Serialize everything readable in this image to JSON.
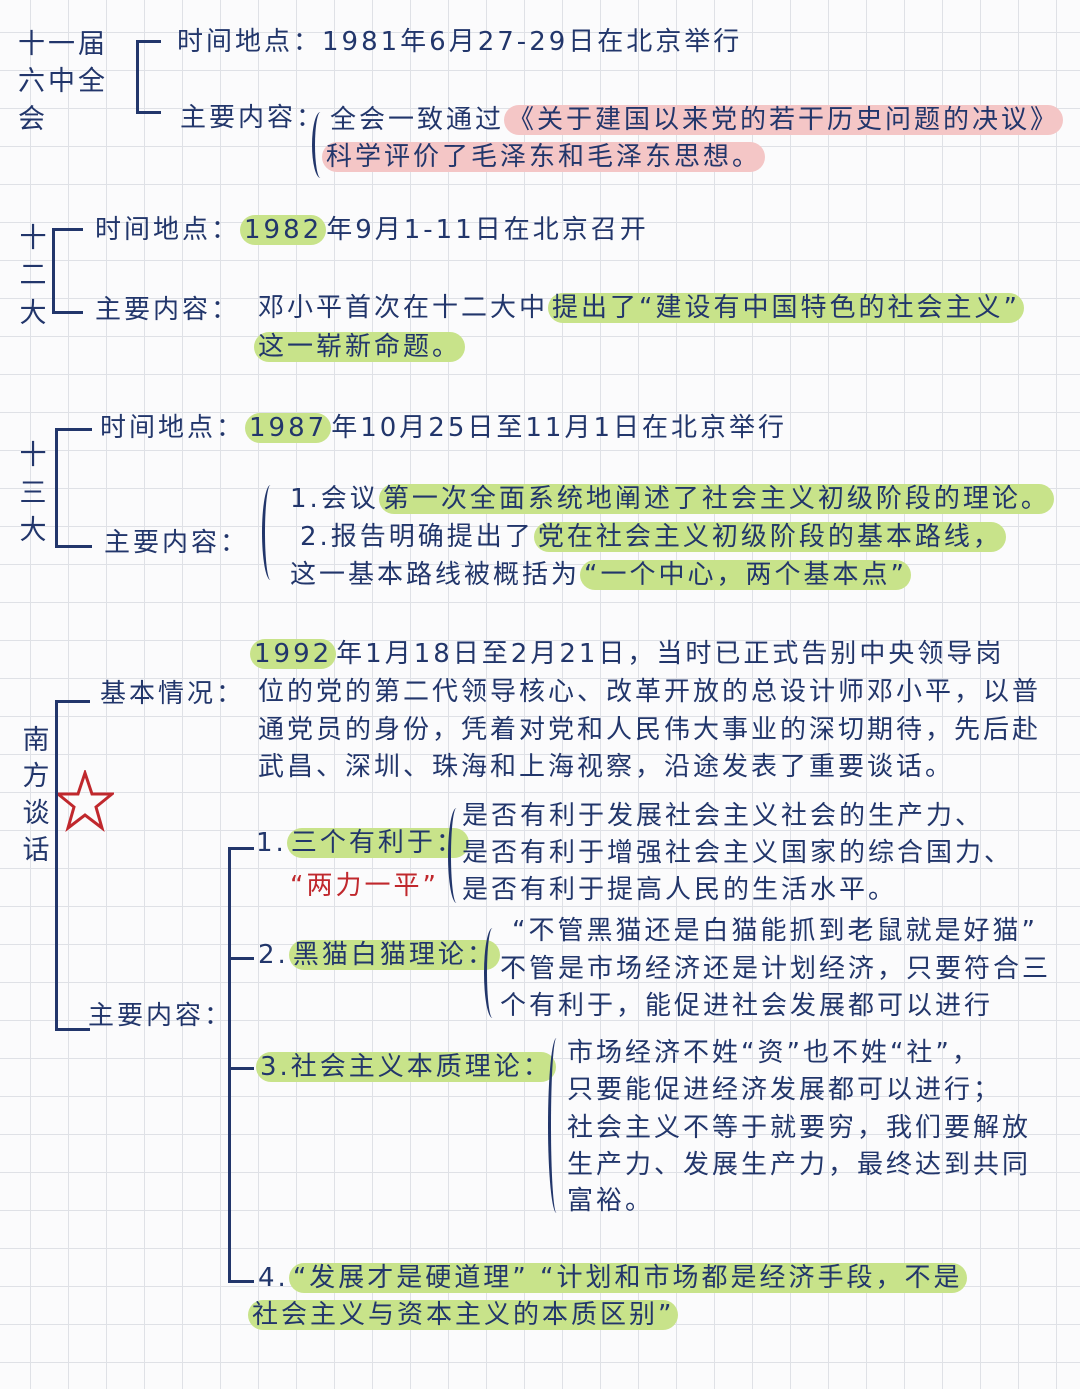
{
  "s1": {
    "title": [
      "十一届",
      "六中全",
      "会"
    ],
    "time_label": "时间地点：",
    "time": "1981年6月27-29日在北京举行",
    "content_label": "主要内容：",
    "l1a": "全会一致通过",
    "l1b": "《关于建国以来党的若干历史问题的决议》",
    "l2": "科学评价了毛泽东和毛泽东思想。"
  },
  "s2": {
    "title": [
      "十",
      "二",
      "大"
    ],
    "time_label": "时间地点：",
    "year": "1982",
    "time": "年9月1-11日在北京召开",
    "content_label": "主要内容：",
    "l1a": "邓小平首次在十二大中",
    "l1b": "提出了“建设有中国特色的社会主义”",
    "l2": "这一崭新命题。"
  },
  "s3": {
    "title": [
      "十",
      "三",
      "大"
    ],
    "time_label": "时间地点：",
    "year": "1987",
    "time": "年10月25日至11月1日在北京举行",
    "content_label": "主要内容：",
    "l1a": "1.会议",
    "l1b": "第一次全面系统地阐述了社会主义初级阶段的理论。",
    "l2a": "2.报告明确提出了",
    "l2b": "党在社会主义初级阶段的基本路线，",
    "l3a": "这一基本路线被概括为",
    "l3b": "“一个中心，两个基本点”"
  },
  "s4": {
    "title": [
      "南",
      "方",
      "谈",
      "话"
    ],
    "basic_label": "基本情况：",
    "year": "1992",
    "p1": "年1月18日至2月21日，当时已正式告别中央领导岗",
    "p2": "位的党的第二代领导核心、改革开放的总设计师邓小平，以普",
    "p3": "通党员的身份，凭着对党和人民伟大事业的深切期待，先后赴",
    "p4": "武昌、深圳、珠海和上海视察，沿途发表了重要谈话。",
    "content_label": "主要内容：",
    "i1": {
      "num": "1.",
      "title": "三个有利于：",
      "note": "“两力一平”",
      "lines": [
        "是否有利于发展社会主义社会的生产力、",
        "是否有利于增强社会主义国家的综合国力、",
        "是否有利于提高人民的生活水平。"
      ]
    },
    "i2": {
      "num": "2.",
      "title": "黑猫白猫理论：",
      "lines": [
        "“不管黑猫还是白猫能抓到老鼠就是好猫”",
        "不管是市场经济还是计划经济，只要符合三",
        "个有利于，能促进社会发展都可以进行"
      ]
    },
    "i3": {
      "title": "3.社会主义本质理论：",
      "lines": [
        "市场经济不姓“资”也不姓“社”，",
        "只要能促进经济发展都可以进行；",
        "社会主义不等于就要穷，我们要解放",
        "生产力、发展生产力，最终达到共同",
        "富裕。"
      ]
    },
    "i4": {
      "num": "4.",
      "l1": "“发展才是硬道理” “计划和市场都是经济手段，不是",
      "l2": "社会主义与资本主义的本质区别”"
    }
  },
  "colors": {
    "ink": "#22366b",
    "green_highlight": "#c8e38a",
    "pink_highlight": "#f4c6c6",
    "red": "#c0282d"
  }
}
